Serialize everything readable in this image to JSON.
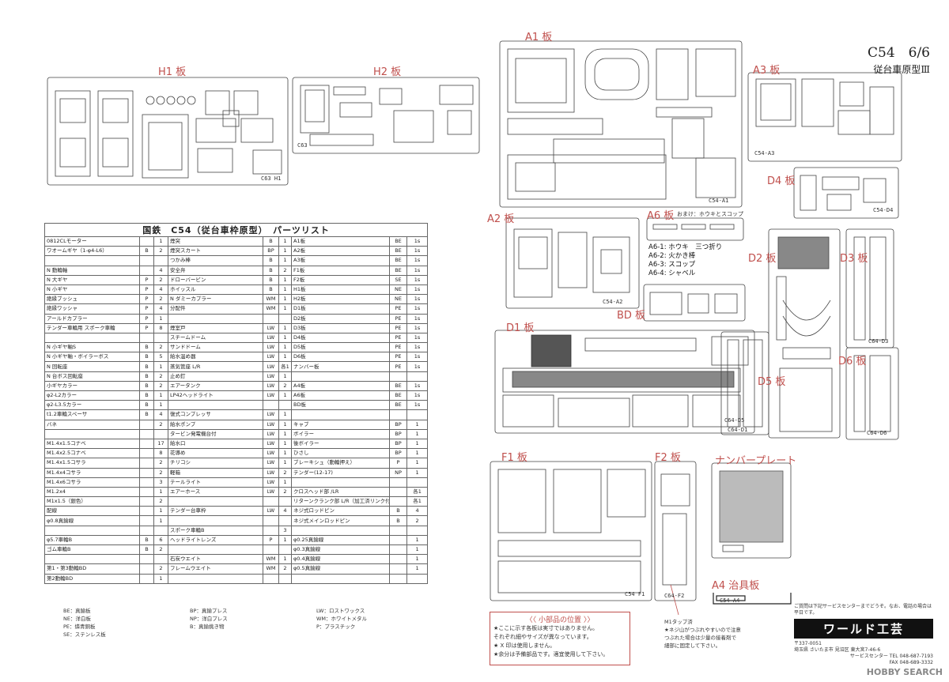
{
  "header": {
    "title": "C54　6/6",
    "subtitle": "従台車原型Ⅲ"
  },
  "sheets": {
    "h1": {
      "label": "H1 板",
      "code": "C63 H1"
    },
    "h2": {
      "label": "H2 板",
      "code": "C63"
    },
    "a1": {
      "label": "A1 板",
      "code": "C54-A1"
    },
    "a2": {
      "label": "A2 板",
      "code": "C54-A2"
    },
    "a3": {
      "label": "A3 板",
      "code": "C54-A3"
    },
    "a4": {
      "label": "A4 治具板",
      "code": "C54-A4"
    },
    "a6": {
      "label": "A6 板",
      "extra": "おまけ：ホウキとスコップ"
    },
    "bd": {
      "label": "BD 板"
    },
    "d1": {
      "label": "D1 板",
      "code": "C64-D1"
    },
    "d2": {
      "label": "D2 板"
    },
    "d3": {
      "label": "D3 板",
      "code": "C64-D3"
    },
    "d4": {
      "label": "D4 板",
      "code": "C54-D4"
    },
    "d5": {
      "label": "D5 板",
      "code": "C64-D5"
    },
    "d6": {
      "label": "D6 板",
      "code": "C64-D6"
    },
    "f1": {
      "label": "F1 板",
      "code": "C54 F1"
    },
    "f2": {
      "label": "F2 板",
      "code": "C64-F2"
    },
    "numberplate": {
      "label": "ナンバープレート"
    }
  },
  "a6_list": [
    "A6-1: ホウキ　三つ折り",
    "A6-2: 火かき棒",
    "A6-3: スコップ",
    "A6-4: シャベル"
  ],
  "parts_list": {
    "title": "国鉄　C54（従台車枠原型）　パーツリスト",
    "rows": [
      [
        "0812CLモーター",
        "",
        "1",
        "煙突",
        "B",
        "1",
        "A1板",
        "BE",
        "1s"
      ],
      [
        "ワオームギヤ（1-φ4-L6）",
        "B",
        "2",
        "煙突スカート",
        "BP",
        "1",
        "A2板",
        "BE",
        "1s"
      ],
      [
        "",
        "",
        "",
        "つかみ棒",
        "B",
        "1",
        "A3板",
        "BE",
        "1s"
      ],
      [
        "N 動輪軸",
        "",
        "4",
        "安全弁",
        "B",
        "2",
        "F1板",
        "BE",
        "1s"
      ],
      [
        "N 大ギヤ",
        "P",
        "2",
        "ドローバービン",
        "B",
        "1",
        "F2板",
        "SE",
        "1s"
      ],
      [
        "N 小ギヤ",
        "P",
        "4",
        "ホイッスル",
        "B",
        "1",
        "H1板",
        "NE",
        "1s"
      ],
      [
        "絶縁ブッシュ",
        "P",
        "2",
        "N ダミーカプラー",
        "WM",
        "1",
        "H2板",
        "NE",
        "1s"
      ],
      [
        "絶縁ワッシャ",
        "P",
        "4",
        "分配件",
        "WM",
        "1",
        "D1板",
        "PE",
        "1s"
      ],
      [
        "アールドカプラー",
        "P",
        "1",
        "",
        "",
        "",
        "D2板",
        "PE",
        "1s"
      ],
      [
        "テンダー車輪用 スポーク車輪",
        "P",
        "8",
        "煙室戸",
        "LW",
        "1",
        "D3板",
        "PE",
        "1s"
      ],
      [
        "",
        "",
        "",
        "スチームドーム",
        "LW",
        "1",
        "D4板",
        "PE",
        "1s"
      ],
      [
        "N 小ギヤ軸S",
        "B",
        "2",
        "サンドドーム",
        "LW",
        "1",
        "D5板",
        "PE",
        "1s"
      ],
      [
        "N 小ギヤ軸・ボイラーボス",
        "B",
        "5",
        "給水温め器",
        "LW",
        "1",
        "D6板",
        "PE",
        "1s"
      ],
      [
        "N 回転座",
        "B",
        "1",
        "蒸気管座 L/R",
        "LW",
        "各1",
        "ナンバー板",
        "PE",
        "1s"
      ],
      [
        "N 台ボス回転座",
        "B",
        "2",
        "止め釘",
        "LW",
        "1",
        "",
        "",
        ""
      ],
      [
        "小ギヤカラー",
        "B",
        "2",
        "エアータンク",
        "LW",
        "2",
        "A4板",
        "BE",
        "1s"
      ],
      [
        "φ2-L2カラー",
        "B",
        "1",
        "LP42ヘッドライト",
        "LW",
        "1",
        "A6板",
        "BE",
        "1s"
      ],
      [
        "φ2-L3.5カラー",
        "B",
        "1",
        "",
        "",
        "",
        "BD板",
        "BE",
        "1s"
      ],
      [
        "t1.2車輪スペーサ",
        "B",
        "4",
        "復式コンプレッサ",
        "LW",
        "1",
        "",
        "",
        ""
      ],
      [
        "バネ",
        "",
        "2",
        "給水ポンプ",
        "LW",
        "1",
        "キャブ",
        "BP",
        "1"
      ],
      [
        "",
        "",
        "",
        "タービン発電機台付",
        "LW",
        "1",
        "ボイラー",
        "BP",
        "1"
      ],
      [
        "M1.4x1.5コナベ",
        "",
        "17",
        "給水口",
        "LW",
        "1",
        "後ボイラー",
        "BP",
        "1"
      ],
      [
        "M1.4x2.5コナベ",
        "",
        "8",
        "花導め",
        "LW",
        "1",
        "ひさし",
        "BP",
        "1"
      ],
      [
        "M1.4x1.5コサラ",
        "",
        "2",
        "チリコシ",
        "LW",
        "1",
        "ブレーキシュ（動輪押え）",
        "P",
        "1"
      ],
      [
        "M1.4x4コサラ",
        "",
        "2",
        "軽箱",
        "LW",
        "2",
        "テンダー(12-17)",
        "NP",
        "1"
      ],
      [
        "M1.4x6コサラ",
        "",
        "3",
        "テールライト",
        "LW",
        "1",
        "",
        "",
        ""
      ],
      [
        "M1.2x4",
        "",
        "1",
        "エアーホース",
        "LW",
        "2",
        "クロスヘッド部 /LR",
        "",
        "各1"
      ],
      [
        "M1x1.5（銀色）",
        "",
        "2",
        "",
        "",
        "",
        "リターンクランク部 L/R（加工済リンク付）",
        "",
        "各1"
      ],
      [
        "配線",
        "",
        "1",
        "テンダー台車枠",
        "LW",
        "4",
        "ネジ式ロッドピン",
        "B",
        "4"
      ],
      [
        "φ0.8真鍮線",
        "",
        "1",
        "",
        "",
        "",
        "ネジ式メインロッドピン",
        "B",
        "2"
      ],
      [
        "",
        "",
        "",
        "スポーク車輪B",
        "",
        "3",
        "",
        "",
        ""
      ],
      [
        "φ5.7車輪B",
        "B",
        "6",
        "ヘッドライトレンズ",
        "P",
        "1",
        "φ0.25真鍮線",
        "",
        "1"
      ],
      [
        "ゴム車輪B",
        "B",
        "2",
        "",
        "",
        "",
        "φ0.3真鍮線",
        "",
        "1"
      ],
      [
        "",
        "",
        "",
        "石炭ウエイト",
        "WM",
        "1",
        "φ0.4真鍮線",
        "",
        "1"
      ],
      [
        "第1・第3動輪BD",
        "",
        "2",
        "フレームウエイト",
        "WM",
        "2",
        "φ0.5真鍮線",
        "",
        "1"
      ],
      [
        "第2動輪BD",
        "",
        "1",
        "",
        "",
        "",
        "",
        "",
        ""
      ]
    ]
  },
  "legend": {
    "col1": [
      "BE：真鍮板",
      "NE：洋白板",
      "PE：燐青銅板",
      "SE：ステンレス板"
    ],
    "col2": [
      "BP：真鍮プレス",
      "NP：洋白プレス",
      "B：真鍮挑き物"
    ],
    "col3": [
      "LW：ロストワックス",
      "WM：ホワイトメタル",
      "P：プラスチック"
    ]
  },
  "notes": {
    "title": "〈〈 小部品の位置 〉〉",
    "lines": [
      "★ここに示す各板は実寸ではありません。",
      "それぞれ細やサイズが異なっています。",
      "★ X 印は使用しません。",
      "★余分は予備部品です。適宜使用して下さい。"
    ]
  },
  "m1_note": {
    "title": "M1タップ済",
    "lines": [
      "★ネジ山がつぶれやすいので注意",
      "つぶれた場合は少量の接着剤で",
      "細部に固定して下さい。"
    ]
  },
  "company": {
    "intro": "ご質問は下記サービスセンターまでどうぞ。なお、電話の場合は平日です。",
    "logo": "ワールド工芸",
    "zip": "〒337-0051",
    "address": "埼玉県 さいたま市 見沼区 東大宮7-46-6",
    "tel": "サービスセンター TEL 048-687-7193",
    "fax": "FAX 048-689-3332"
  },
  "watermark": "HOBBY SEARCH"
}
